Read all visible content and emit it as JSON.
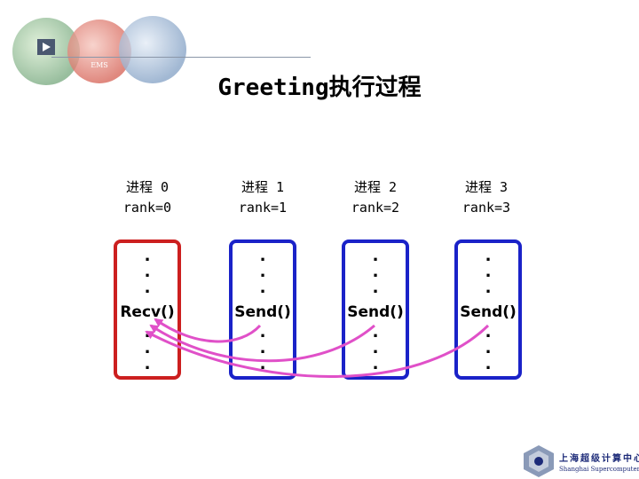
{
  "header": {
    "logo_text": "EMS",
    "title": "Greeting执行过程"
  },
  "processes": [
    {
      "name": "进程 0",
      "rank": "rank=0",
      "call": "Recv()",
      "role": "receiver"
    },
    {
      "name": "进程 1",
      "rank": "rank=1",
      "call": "Send()",
      "role": "sender"
    },
    {
      "name": "进程 2",
      "rank": "rank=2",
      "call": "Send()",
      "role": "sender"
    },
    {
      "name": "进程 3",
      "rank": "rank=3",
      "call": "Send()",
      "role": "sender"
    }
  ],
  "dot": ".",
  "colors": {
    "receiver_border": "#cc1f1f",
    "sender_border": "#1a22c8",
    "arrow": "#e050c8"
  },
  "org": {
    "chinese": "上海超级计算中心",
    "english": "Shanghai Supercomputer Center"
  }
}
